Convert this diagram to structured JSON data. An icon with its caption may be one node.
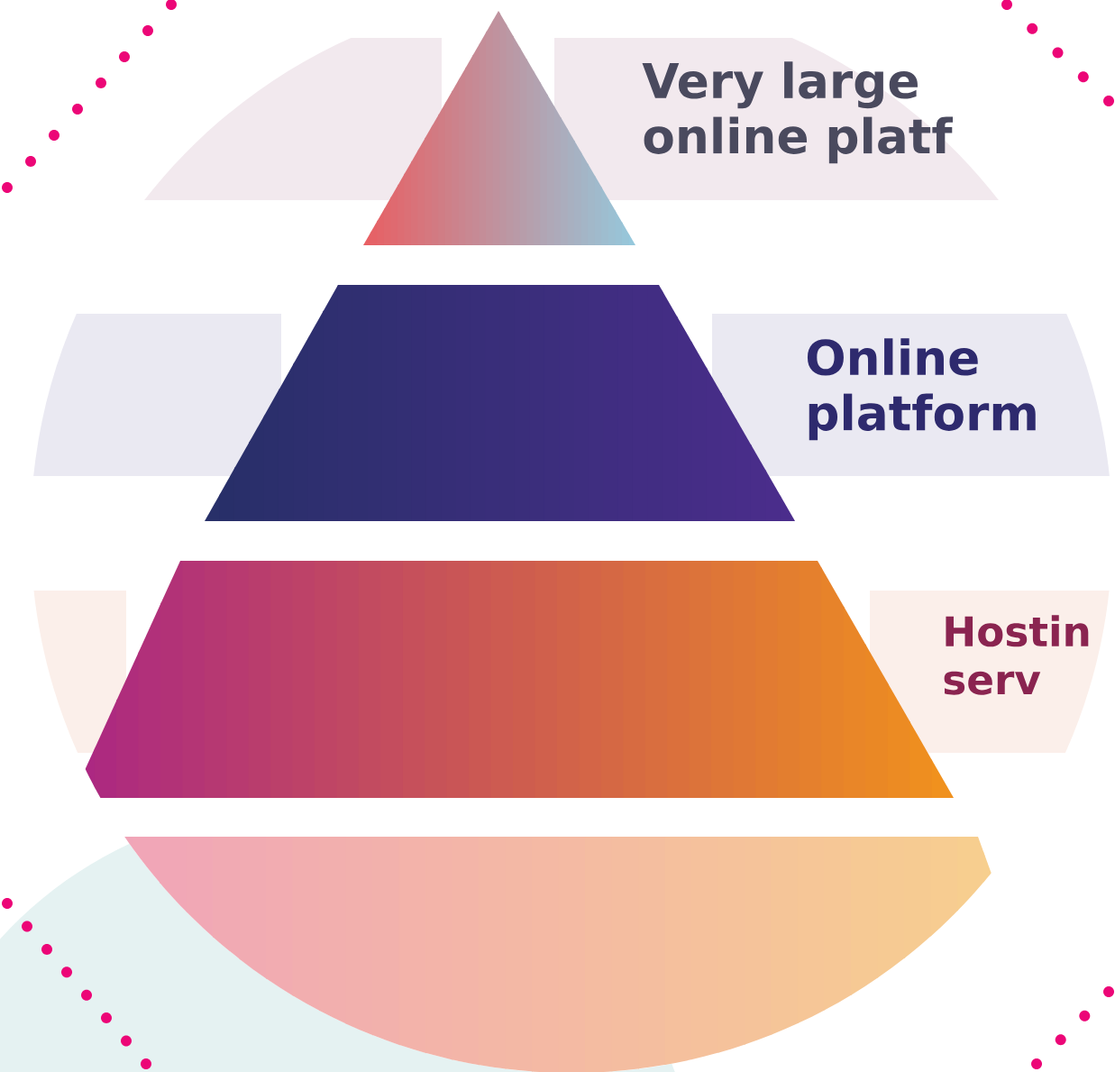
{
  "diagram": {
    "nodes": [
      {
        "text": [
          "Very large online platf"
        ]
      },
      {
        "text": [
          "Online platform"
        ]
      },
      {
        "text": [
          "Hostin serv"
        ]
      }
    ]
  }
}
